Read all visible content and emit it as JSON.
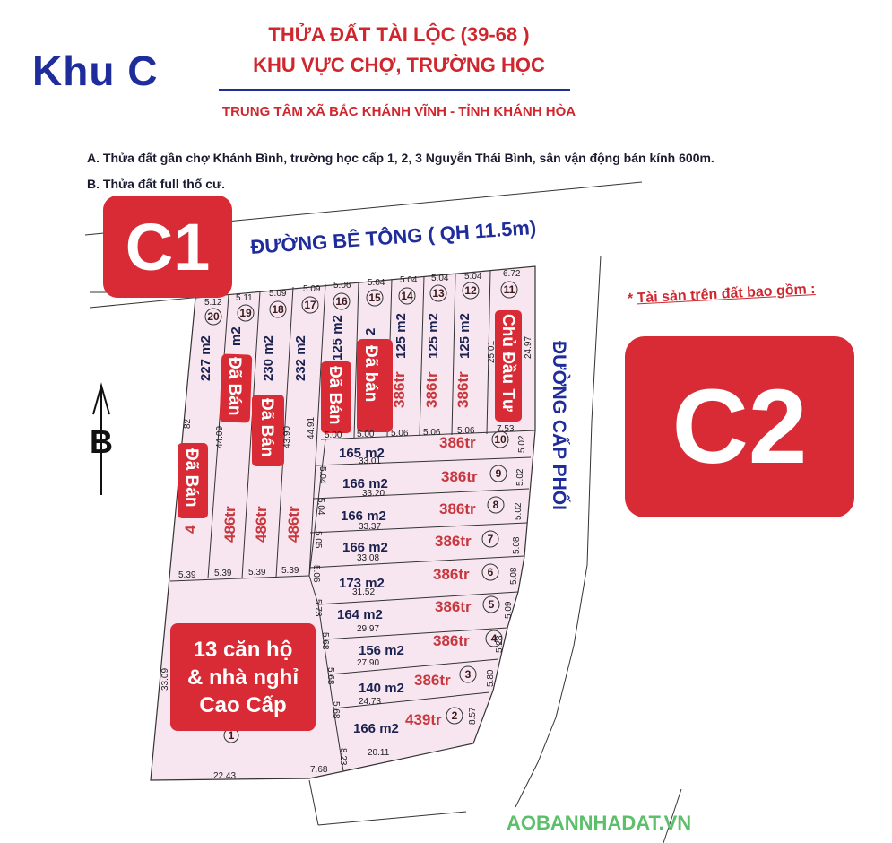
{
  "header": {
    "zone_label": "Khu C",
    "title_line1": "THỬA ĐẤT TÀI LỘC (39-68 )",
    "title_line2": "KHU VỰC CHỢ, TRƯỜNG HỌC",
    "subtitle": "TRUNG TÂM XÃ BẮC KHÁNH VĨNH - TỈNH KHÁNH HÒA"
  },
  "notes": [
    "A. Thửa đất gần chợ Khánh Bình, trường học cấp 1, 2, 3 Nguyễn Thái Bình, sân vận động bán kính 600m.",
    "B. Thửa đất full thổ cư."
  ],
  "map": {
    "block_c1": "C1",
    "block_c2": "C2",
    "road_top": "ĐƯỜNG BÊ TÔNG ( QH 11.5m)",
    "road_right": "ĐƯỜNG CẤP PHỐI",
    "assets_note_prefix": "* ",
    "assets_note": "Tài sản trên đất bao gồm :",
    "north_label": "B",
    "watermark": "AOBANNHADAT.VN",
    "sold_label": "Đã Bán",
    "sold_label_alt": "Đã bán",
    "investor_label": "Chủ Đầu Tư",
    "apartment_label": [
      "13 căn hộ",
      "& nhà nghỉ",
      "Cao Cấp"
    ],
    "apartment_lot": "1",
    "top_lots": [
      {
        "no": "20",
        "front": "5.12",
        "area": "227 m2"
      },
      {
        "no": "19",
        "front": "5.11",
        "area": "m2",
        "price": "486tr"
      },
      {
        "no": "18",
        "front": "5.09",
        "area": "230 m2",
        "price": "486tr"
      },
      {
        "no": "17",
        "front": "5.09",
        "area": "232 m2",
        "price": "486tr"
      },
      {
        "no": "16",
        "front": "5.06",
        "area": "125 m2"
      },
      {
        "no": "15",
        "front": "5.04",
        "area": "2"
      },
      {
        "no": "14",
        "front": "5.04",
        "area": "125 m2",
        "price": "386tr"
      },
      {
        "no": "13",
        "front": "5.04",
        "area": "125 m2",
        "price": "386tr"
      },
      {
        "no": "12",
        "front": "5.04",
        "area": "125 m2",
        "price": "386tr"
      },
      {
        "no": "11",
        "front": "6.72"
      }
    ],
    "top_dims": [
      "82",
      "44.09",
      "43.90",
      "44.91",
      "25.01",
      "24.97",
      "5.00",
      "5.00",
      "5.06",
      "5.06",
      "5.06",
      "7.53",
      "5.39",
      "5.39",
      "5.39",
      "5.39",
      "4"
    ],
    "row_lots": [
      {
        "no": "10",
        "area": "165 m2",
        "price": "386tr",
        "left": "5.04",
        "right": "5.02",
        "length": "33.01"
      },
      {
        "no": "9",
        "area": "166 m2",
        "price": "386tr",
        "left": "5.04",
        "right": "5.02",
        "length": "33.20"
      },
      {
        "no": "8",
        "area": "166 m2",
        "price": "386tr",
        "left": "5.05",
        "right": "5.02",
        "length": "33.37"
      },
      {
        "no": "7",
        "area": "166 m2",
        "price": "386tr",
        "left": "5.06",
        "right": "5.08",
        "length": "33.08"
      },
      {
        "no": "6",
        "area": "173 m2",
        "price": "386tr",
        "left": "5.73",
        "right": "5.08",
        "length": "31.52"
      },
      {
        "no": "5",
        "area": "164 m2",
        "price": "386tr",
        "left": "5.68",
        "right": "5.09",
        "length": "29.97"
      },
      {
        "no": "4",
        "area": "156 m2",
        "price": "386tr",
        "left": "5.68",
        "right": "5.28",
        "length": "27.90"
      },
      {
        "no": "3",
        "area": "140 m2",
        "price": "386tr",
        "left": "5.68",
        "right": "5.80",
        "length": "24.73"
      },
      {
        "no": "2",
        "area": "166 m2",
        "price": "439tr",
        "left": "8.23",
        "right": "8.57",
        "length": "20.11"
      }
    ],
    "apartment_dims": [
      "33.09",
      "22.43",
      "7.68"
    ]
  },
  "colors": {
    "red": "#d92b35",
    "navy": "#1f2d9c",
    "lot_fill": "#f7e6f0"
  }
}
